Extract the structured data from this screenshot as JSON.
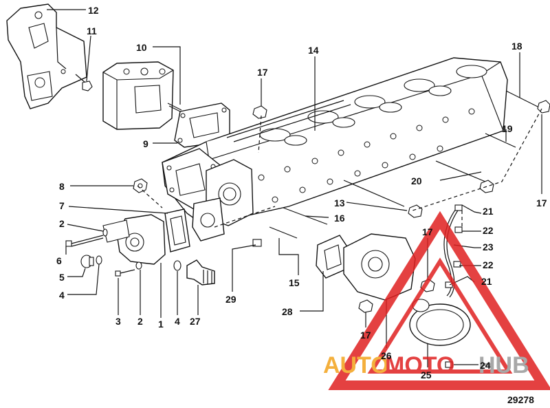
{
  "diagram": {
    "part_labels": [
      "1",
      "2",
      "2",
      "3",
      "4",
      "4",
      "5",
      "6",
      "7",
      "8",
      "9",
      "10",
      "11",
      "12",
      "13",
      "14",
      "15",
      "16",
      "17",
      "17",
      "17",
      "17",
      "18",
      "19",
      "20",
      "21",
      "21",
      "22",
      "22",
      "23",
      "24",
      "25",
      "26",
      "27",
      "28",
      "29"
    ],
    "figure_number": "29278"
  },
  "watermark": {
    "brand_prefix": "AUTO",
    "brand_middle": "MOTO",
    "brand_suffix": "HUB",
    "colors": {
      "red": "#e02020",
      "orange": "#f3a31c",
      "gray": "#9a9a9a"
    }
  }
}
